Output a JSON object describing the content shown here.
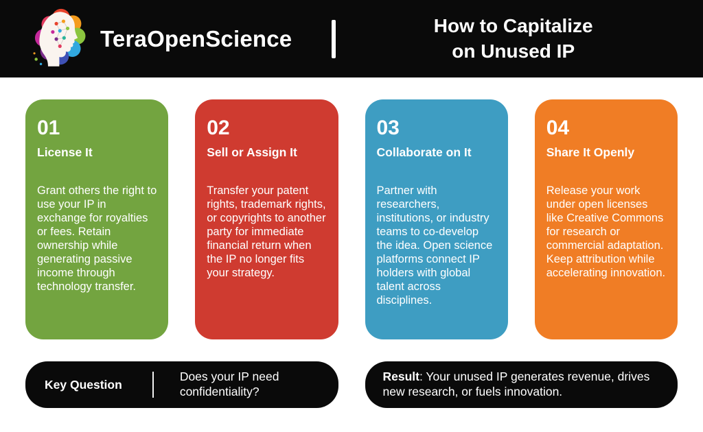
{
  "colors": {
    "header_bg": "#0a0a0a",
    "pill_bg": "#0a0a0a",
    "card_green": "#73a440",
    "card_red": "#cf3b30",
    "card_blue": "#3e9dc2",
    "card_orange": "#f07d25"
  },
  "header": {
    "brand_bold": "Tera",
    "brand_rest": "OpenScience",
    "title_line1": "How to Capitalize",
    "title_line2": "on Unused IP"
  },
  "cards": [
    {
      "number": "01",
      "title": "License It",
      "body": "Grant others the right to use your IP in exchange for royalties or fees. Retain ownership while generating passive income through technology transfer.",
      "color": "#73a440"
    },
    {
      "number": "02",
      "title": "Sell or Assign It",
      "body": "Transfer your patent rights, trademark rights, or copyrights to another party for immediate financial return when the IP no longer fits your strategy.",
      "color": "#cf3b30"
    },
    {
      "number": "03",
      "title": "Collaborate on It",
      "body": "Partner with researchers, institutions, or industry teams to co-develop the idea. Open science platforms connect IP holders with global talent across disciplines.",
      "color": "#3e9dc2"
    },
    {
      "number": "04",
      "title": "Share It Openly",
      "body": "Release your work under open licenses like Creative Commons for research or commercial adaptation. Keep attribution while accelerating innovation.",
      "color": "#f07d25"
    }
  ],
  "footer": {
    "key_question_label": "Key Question",
    "key_question_text": "Does your IP need confidentiality?",
    "result_label": "Result",
    "result_text": ": Your unused IP generates revenue, drives new research, or fuels innovation."
  }
}
